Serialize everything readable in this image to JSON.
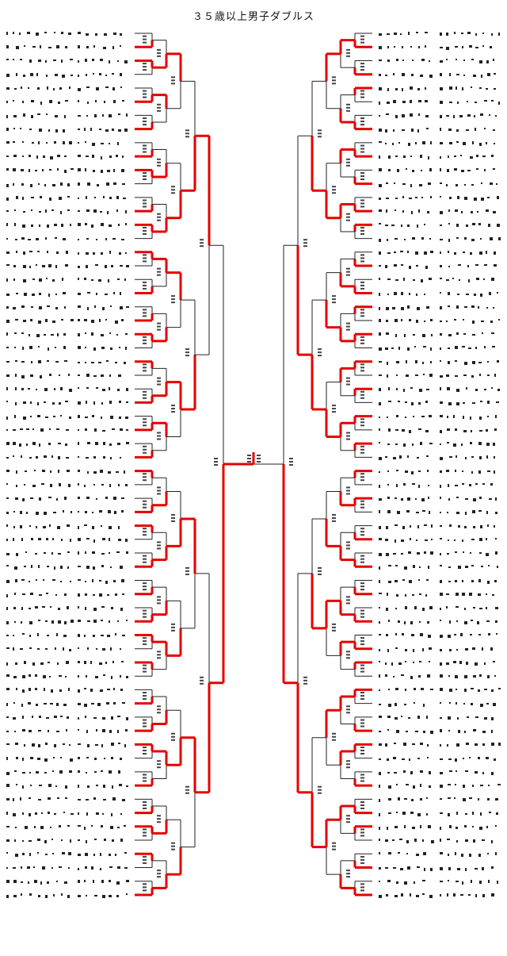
{
  "title": "３５歳以上男子ダブルス",
  "bracket": {
    "rounds_per_side": 6,
    "entries_per_quarter": 32,
    "line_color": "#e60000",
    "line_color_lost": "#222222",
    "sides": [
      "left",
      "right"
    ]
  }
}
